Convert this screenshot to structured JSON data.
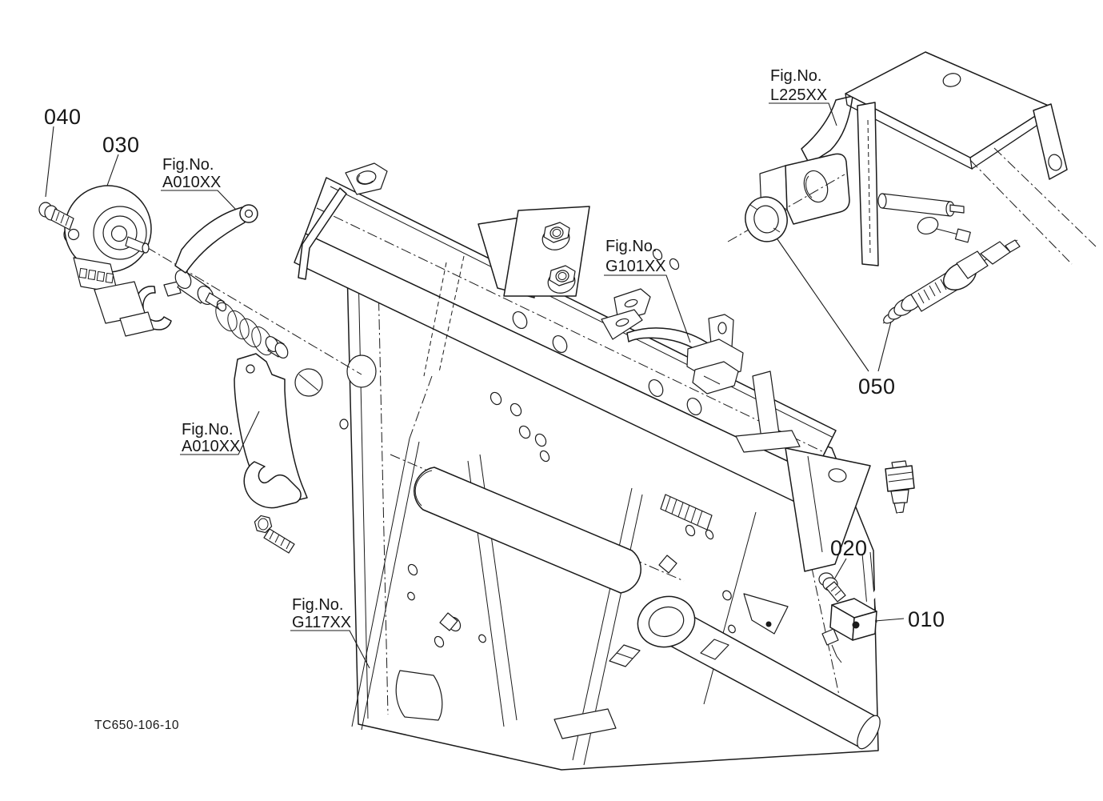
{
  "page": {
    "background": "#ffffff",
    "line_color": "#1a1a1a"
  },
  "drawing": {
    "drawing_number": "TC650-106-10",
    "callouts": {
      "040": "040",
      "030": "030",
      "050": "050",
      "020": "020",
      "010": "010"
    },
    "figure_references": {
      "a010_upper": {
        "prefix": "Fig.No.",
        "number": "A010XX"
      },
      "a010_lower": {
        "prefix": "Fig.No.",
        "number": "A010XX"
      },
      "g101": {
        "prefix": "Fig.No.",
        "number": "G101XX"
      },
      "l225": {
        "prefix": "Fig.No.",
        "number": "L225XX"
      },
      "g117": {
        "prefix": "Fig.No.",
        "number": "G117XX"
      }
    }
  }
}
